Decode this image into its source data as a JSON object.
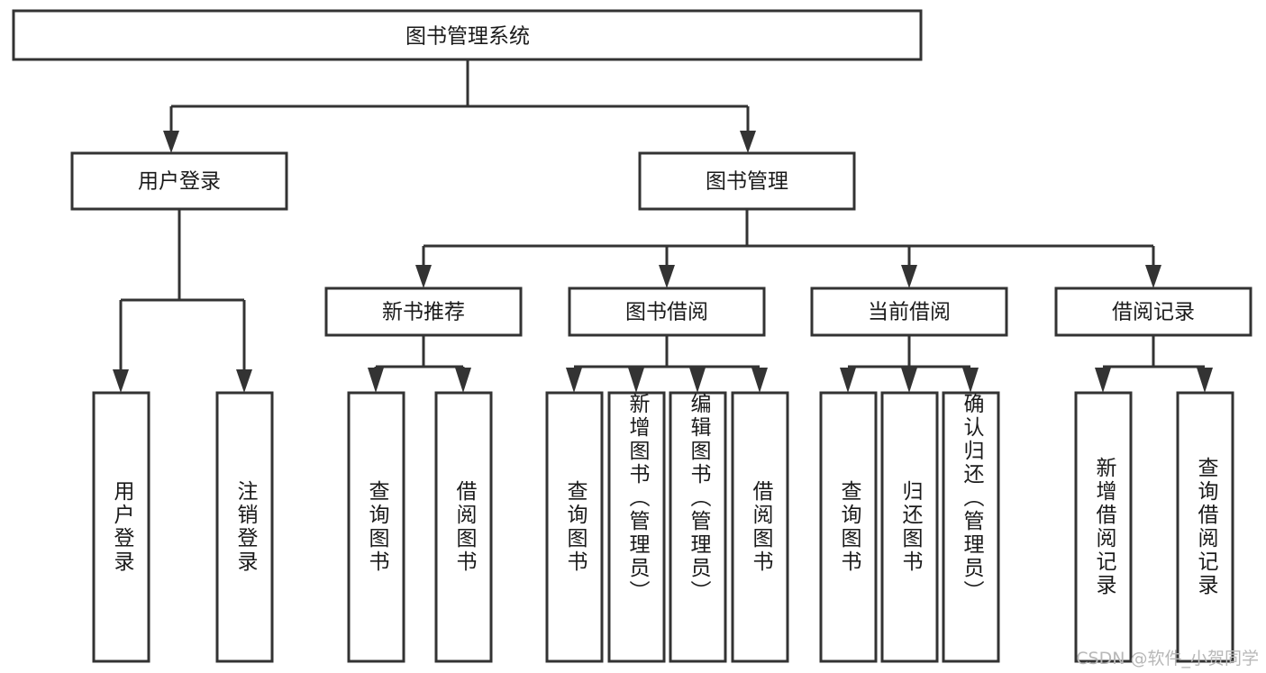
{
  "diagram": {
    "type": "tree-hierarchy-chart",
    "title": "图书管理系统",
    "root": {
      "id": "root",
      "label": "图书管理系统",
      "orientation": "horizontal"
    },
    "level2": [
      {
        "id": "user-login",
        "label": "用户登录",
        "orientation": "horizontal"
      },
      {
        "id": "book-management",
        "label": "图书管理",
        "orientation": "horizontal"
      }
    ],
    "level3": [
      {
        "id": "new-book-recommend",
        "label": "新书推荐",
        "parent": "book-management",
        "orientation": "horizontal"
      },
      {
        "id": "book-borrow",
        "label": "图书借阅",
        "parent": "book-management",
        "orientation": "horizontal"
      },
      {
        "id": "current-borrow",
        "label": "当前借阅",
        "parent": "book-management",
        "orientation": "horizontal"
      },
      {
        "id": "borrow-record",
        "label": "借阅记录",
        "parent": "book-management",
        "orientation": "horizontal"
      }
    ],
    "leaves": [
      {
        "id": "leaf-user-login",
        "label": "用户登录",
        "parent": "user-login",
        "orientation": "vertical"
      },
      {
        "id": "leaf-user-logout",
        "label": "注销登录",
        "parent": "user-login",
        "orientation": "vertical"
      },
      {
        "id": "leaf-query-book-1",
        "label": "查询图书",
        "parent": "new-book-recommend",
        "orientation": "vertical"
      },
      {
        "id": "leaf-borrow-book-1",
        "label": "借阅图书",
        "parent": "new-book-recommend",
        "orientation": "vertical"
      },
      {
        "id": "leaf-query-book-2",
        "label": "查询图书",
        "parent": "book-borrow",
        "orientation": "vertical"
      },
      {
        "id": "leaf-add-book",
        "label": "新增图书（管理员）",
        "parent": "book-borrow",
        "orientation": "vertical"
      },
      {
        "id": "leaf-edit-book",
        "label": "编辑图书（管理员）",
        "parent": "book-borrow",
        "orientation": "vertical"
      },
      {
        "id": "leaf-borrow-book-2",
        "label": "借阅图书",
        "parent": "book-borrow",
        "orientation": "vertical"
      },
      {
        "id": "leaf-query-book-3",
        "label": "查询图书",
        "parent": "current-borrow",
        "orientation": "vertical"
      },
      {
        "id": "leaf-return-book",
        "label": "归还图书",
        "parent": "current-borrow",
        "orientation": "vertical"
      },
      {
        "id": "leaf-confirm-return",
        "label": "确认归还（管理员）",
        "parent": "current-borrow",
        "orientation": "vertical"
      },
      {
        "id": "leaf-add-record",
        "label": "新增借阅记录",
        "parent": "borrow-record",
        "orientation": "vertical"
      },
      {
        "id": "leaf-query-record",
        "label": "查询借阅记录",
        "parent": "borrow-record",
        "orientation": "vertical"
      }
    ],
    "colors": {
      "box_stroke": "#333333",
      "box_fill": "#ffffff",
      "text": "#1a1a1a",
      "connector": "#333333",
      "watermark": "#b8b8b8",
      "background": "#ffffff"
    }
  },
  "watermark": {
    "text": "CSDN @软件_小贺同学"
  }
}
